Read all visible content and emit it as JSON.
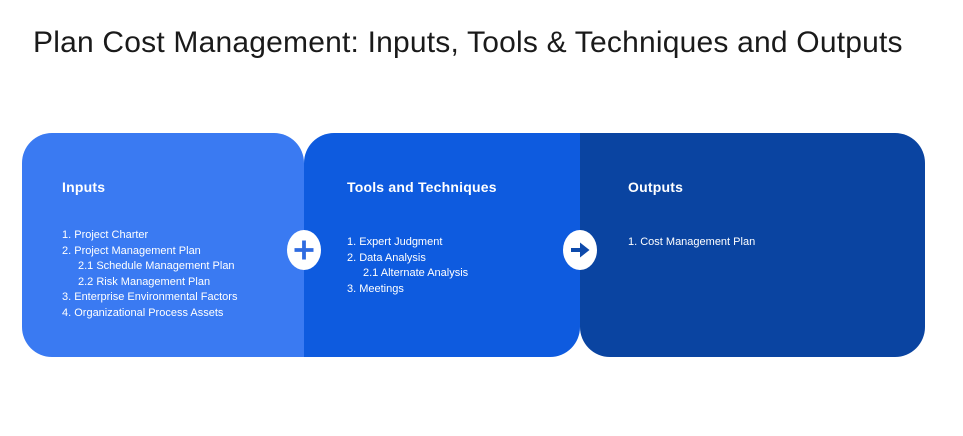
{
  "title": "Plan Cost Management: Inputs, Tools & Techniques and Outputs",
  "colors": {
    "inputs_bg": "#3A7AF2",
    "tools_bg": "#0E5BDF",
    "outputs_bg": "#0A44A1",
    "plus_fg": "#2F6BE0",
    "arrow_fg": "#0D4AAB",
    "panel_text": "#FFFFFF",
    "title_color": "#1A1A1A",
    "page_bg": "#FFFFFF"
  },
  "panels": [
    {
      "heading": "Inputs",
      "items": [
        {
          "text": "1. Project Charter",
          "indent": 0
        },
        {
          "text": "2. Project Management Plan",
          "indent": 0
        },
        {
          "text": "2.1 Schedule Management Plan",
          "indent": 1
        },
        {
          "text": "2.2 Risk Management Plan",
          "indent": 1
        },
        {
          "text": "3. Enterprise Environmental Factors",
          "indent": 0
        },
        {
          "text": "4. Organizational Process Assets",
          "indent": 0
        }
      ]
    },
    {
      "heading": "Tools and Techniques",
      "items": [
        {
          "text": "1. Expert Judgment",
          "indent": 0
        },
        {
          "text": "2. Data Analysis",
          "indent": 0
        },
        {
          "text": "2.1 Alternate Analysis",
          "indent": 1
        },
        {
          "text": "3. Meetings",
          "indent": 0
        }
      ]
    },
    {
      "heading": "Outputs",
      "items": [
        {
          "text": "1. Cost Management Plan",
          "indent": 0
        }
      ]
    }
  ],
  "connectors": [
    {
      "icon": "plus-icon",
      "meaning": "plus"
    },
    {
      "icon": "arrow-right-icon",
      "meaning": "arrow-right"
    }
  ]
}
